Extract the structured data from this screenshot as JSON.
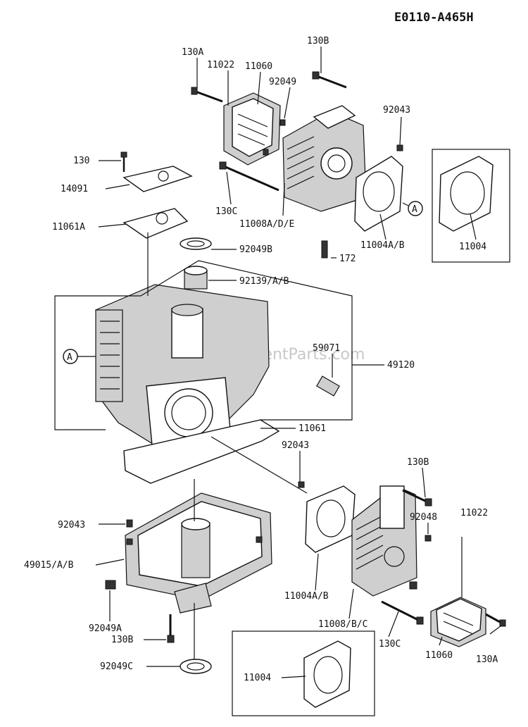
{
  "diagram": {
    "code": "E0110-A465H",
    "watermark": "ReplacementParts.com",
    "callout": "A",
    "parts": {
      "p130A_top": "130A",
      "p11022_top": "11022",
      "p11060_top": "11060",
      "p130B_top": "130B",
      "p92049": "92049",
      "p92043_top": "92043",
      "p130": "130",
      "p14091": "14091",
      "p11061A": "11061A",
      "p130C_top": "130C",
      "p11008ADE": "11008A/D/E",
      "p11004AB_top": "11004A/B",
      "p11004_top": "11004",
      "p172": "172",
      "p92049B": "92049B",
      "p92139AB": "92139/A/B",
      "p59071": "59071",
      "p49120": "49120",
      "p11061": "11061",
      "p92043_mid": "92043",
      "p130B_mid": "130B",
      "p92043_left": "92043",
      "p92048": "92048",
      "p11022_bot": "11022",
      "p49015AB": "49015/A/B",
      "p11004AB_bot": "11004A/B",
      "p92049A": "92049A",
      "p11008BC": "11008/B/C",
      "p130B_bot": "130B",
      "p130C_bot": "130C",
      "p11060_bot": "11060",
      "p130A_bot": "130A",
      "p92049C": "92049C",
      "p11004_bot": "11004"
    }
  }
}
